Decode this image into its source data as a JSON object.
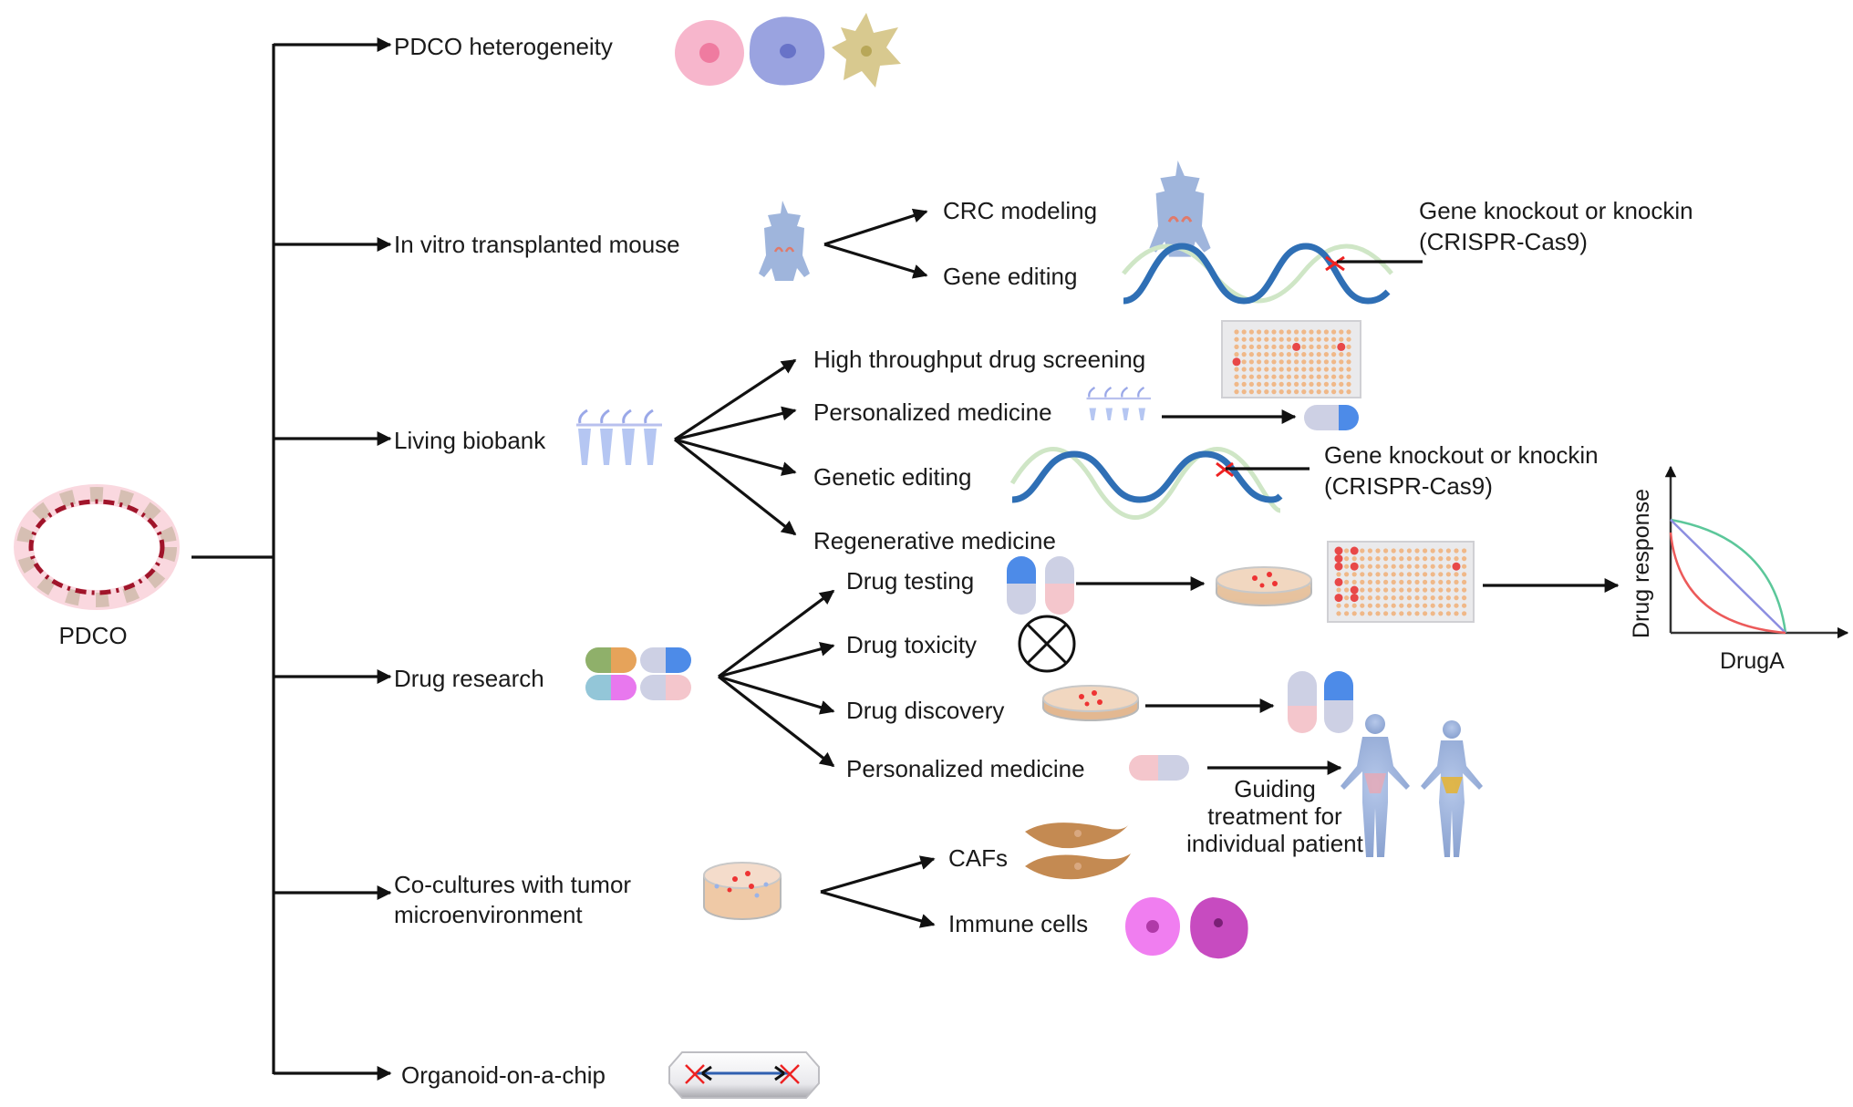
{
  "root": {
    "label": "PDCO"
  },
  "branches": [
    {
      "id": "heterogeneity",
      "label": "PDCO heterogeneity"
    },
    {
      "id": "mouse",
      "label": "In vitro transplanted mouse",
      "children": [
        "CRC modeling",
        "Gene editing"
      ],
      "callout": [
        "Gene knockout or knockin",
        "(CRISPR-Cas9)"
      ]
    },
    {
      "id": "biobank",
      "label": "Living biobank",
      "children": [
        "High throughput drug screening",
        "Personalized medicine",
        "Genetic editing",
        "Regenerative medicine"
      ],
      "callout": [
        "Gene knockout or knockin",
        "(CRISPR-Cas9)"
      ]
    },
    {
      "id": "drug",
      "label": "Drug research",
      "children": [
        "Drug testing",
        "Drug toxicity",
        "Drug discovery",
        "Personalized medicine"
      ],
      "guiding": [
        "Guiding",
        "treatment for",
        "individual patient"
      ]
    },
    {
      "id": "coculture",
      "label": [
        "Co-cultures with tumor",
        "microenvironment"
      ],
      "children": [
        "CAFs",
        "Immune cells"
      ]
    },
    {
      "id": "chip",
      "label": "Organoid-on-a-chip"
    }
  ],
  "response_plot": {
    "ylabel": "Drug response",
    "xlabel": "DrugA",
    "curves": [
      {
        "name": "antagonistic",
        "color": "#5cc79a"
      },
      {
        "name": "additive",
        "color": "#8c8ee0"
      },
      {
        "name": "synergistic",
        "color": "#ec5a5a"
      }
    ]
  },
  "colors": {
    "cell_pink": "#f7b6cc",
    "cell_blue": "#9aa3e0",
    "cell_tan": "#d8c98f",
    "mouse": "#9fb5dc",
    "dna_main": "#2f6fb5",
    "dna_faint": "#cfe6c6",
    "pill_blue": "#4d8be8",
    "pill_gray": "#cdd0e4",
    "pill_pink": "#f4c6cc",
    "caf": "#c48a52",
    "immune_light": "#f07ef0",
    "immune_dark": "#c74bc0"
  }
}
